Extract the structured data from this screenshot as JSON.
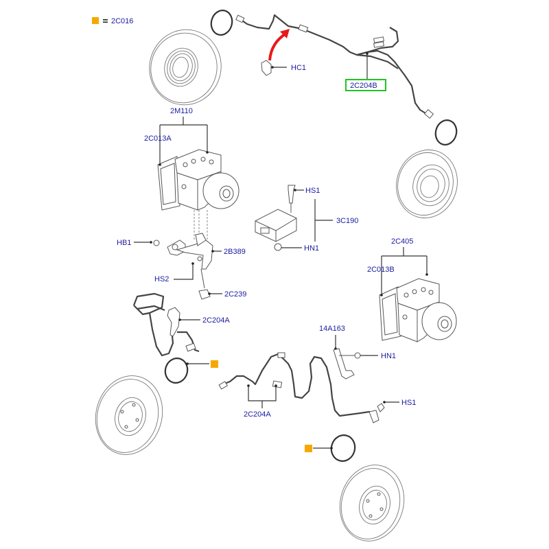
{
  "legend": {
    "symbol": "orange-square",
    "symbol_color": "#f7a800",
    "equals": "=",
    "part": "2C016"
  },
  "highlight": {
    "part": "2C204B",
    "border_color": "#1fc41f",
    "arrow_color": "#e8191a"
  },
  "label_color": "#1a1aa0",
  "callouts": {
    "hc1": "HC1",
    "c2c204b": "2C204B",
    "c2m110": "2M110",
    "c2c013a": "2C013A",
    "hs1_top": "HS1",
    "c3c190": "3C190",
    "hn1_mid": "HN1",
    "hb1": "HB1",
    "c2b389": "2B389",
    "hs2": "HS2",
    "c2c239": "2C239",
    "c2c405": "2C405",
    "c2c013b": "2C013B",
    "c2c204a_upper": "2C204A",
    "c14a163": "14A163",
    "hn1_low": "HN1",
    "c2c204a_lower": "2C204A",
    "hs1_low": "HS1"
  },
  "parts": [
    "brake-disc-rear-upper",
    "abs-sensor-ring-rear-left",
    "rear-abs-sensor-harness",
    "harness-clip",
    "abs-hydraulic-unit-2m110",
    "brake-disc-rear-right",
    "abs-sensor-ring-rear-right",
    "yaw-rate-sensor-3c190",
    "abs-mounting-bracket",
    "abs-hydraulic-unit-2c405",
    "front-abs-sensor-left",
    "abs-sensor-ring-front-left",
    "brake-disc-front-left",
    "bracket-14a163",
    "front-abs-sensor-harness",
    "abs-sensor-ring-front-right",
    "brake-disc-front-right"
  ]
}
